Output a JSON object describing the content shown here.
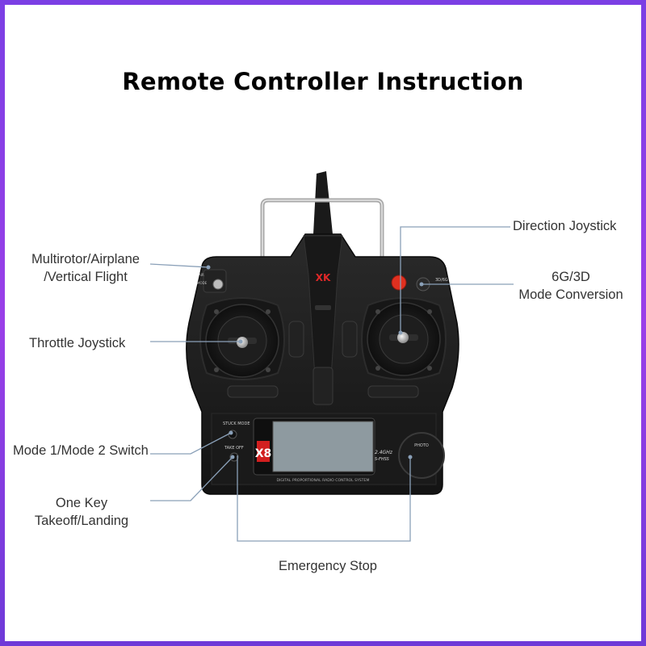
{
  "title": "Remote Controller Instruction",
  "labels": {
    "direction_joystick": "Direction Joystick",
    "multirotor_line1": "Multirotor/Airplane",
    "multirotor_line2": "/Vertical Flight",
    "mode_conv_line1": "6G/3D",
    "mode_conv_line2": "Mode Conversion",
    "throttle_joystick": "Throttle Joystick",
    "mode_switch": "Mode 1/Mode 2 Switch",
    "takeoff_line1": "One Key",
    "takeoff_line2": "Takeoff/Landing",
    "emergency_stop": "Emergency Stop"
  },
  "device": {
    "brand_logo": "XK",
    "model_badge": "X8",
    "frequency": "2.4GHz",
    "fhss": "S-FHSS",
    "screen_caption": "DIGITAL PROPORTIONAL RADIO CONTROL SYSTEM",
    "stuck_mode": "STUCK MODE",
    "take_off": "TAKE OFF",
    "photo": "PHOTO",
    "btn_3d6g": "3D/6G",
    "switch_top": "AIR",
    "switch_bottom": "MODE"
  },
  "colors": {
    "border": "#8a3fe6",
    "leader_line": "#8aa0b8",
    "body": "#1d1d1d",
    "red_button": "#e03020"
  }
}
